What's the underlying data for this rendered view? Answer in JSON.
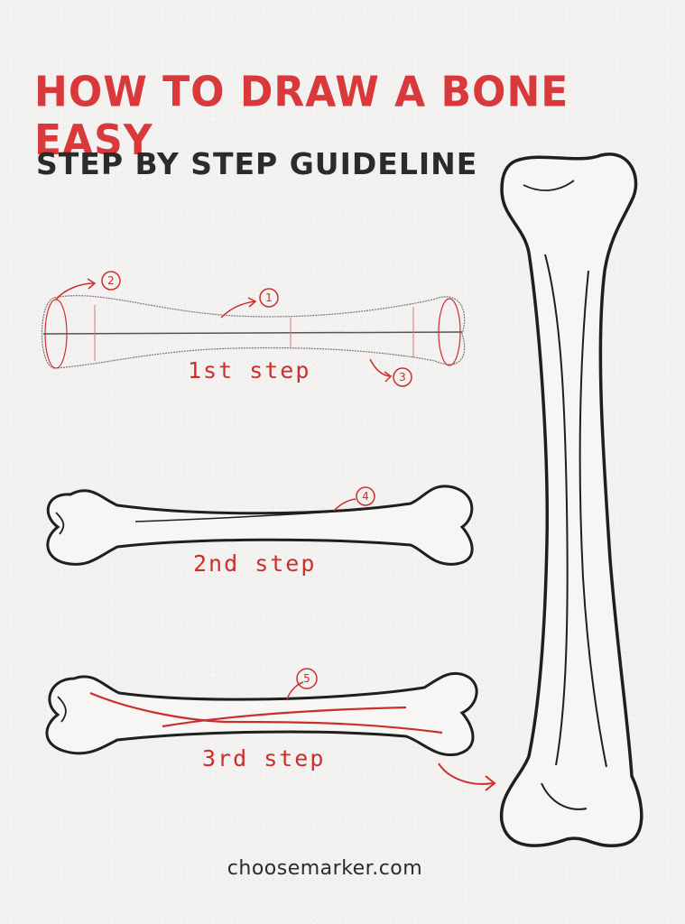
{
  "header": {
    "title": "HOW TO DRAW A BONE EASY",
    "subtitle": "STEP BY STEP GUIDELINE"
  },
  "steps": [
    {
      "label": "1st step"
    },
    {
      "label": "2nd step"
    },
    {
      "label": "3rd step"
    }
  ],
  "markers": [
    "1",
    "2",
    "3",
    "4",
    "5"
  ],
  "footer": {
    "site": "choosemarker.com"
  },
  "colors": {
    "accent": "#d9393b",
    "ink": "#1f1f1f",
    "paper": "#f3f2f0"
  }
}
